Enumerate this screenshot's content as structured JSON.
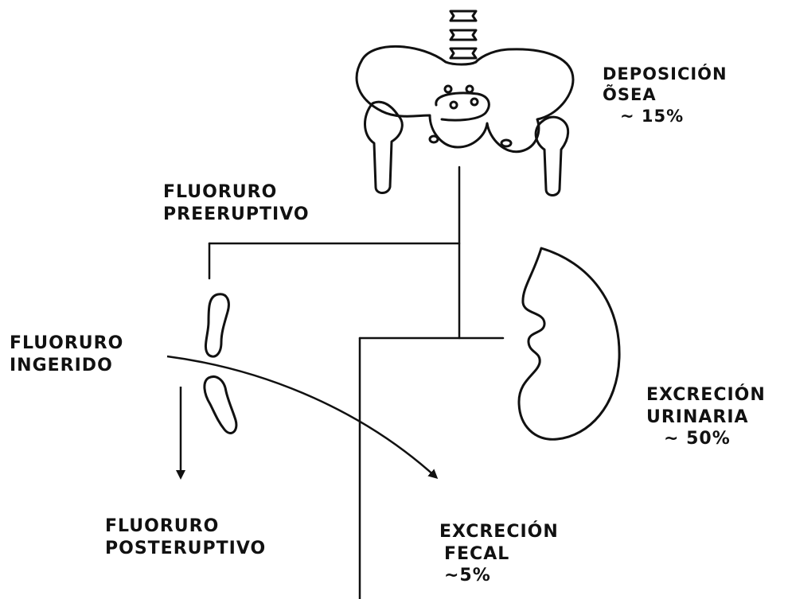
{
  "colors": {
    "ink": "#111111",
    "paper": "#ffffff"
  },
  "icons": {
    "skeleton": "pelvis-spine-drawing",
    "kidney": "kidney-drawing",
    "teeth": "tooth-drawing"
  },
  "labels": {
    "bone": {
      "line1": "DEPOSICIÓN",
      "line2": "ÕSEA",
      "line3": "~ 15%"
    },
    "preeruptive": {
      "line1": "FLUORURO",
      "line2": "PREERUPTIVO"
    },
    "ingested": {
      "line1": "FLUORURO",
      "line2": "INGERIDO"
    },
    "urinary": {
      "line1": "EXCRECIÓN",
      "line2": "URINARIA",
      "line3": "~ 50%"
    },
    "posteruptive": {
      "line1": "FLUORURO",
      "line2": "POSTERUPTIVO"
    },
    "fecal": {
      "line1": "EXCRECIÓN",
      "line2": "FECAL",
      "line3": "~5%"
    }
  }
}
